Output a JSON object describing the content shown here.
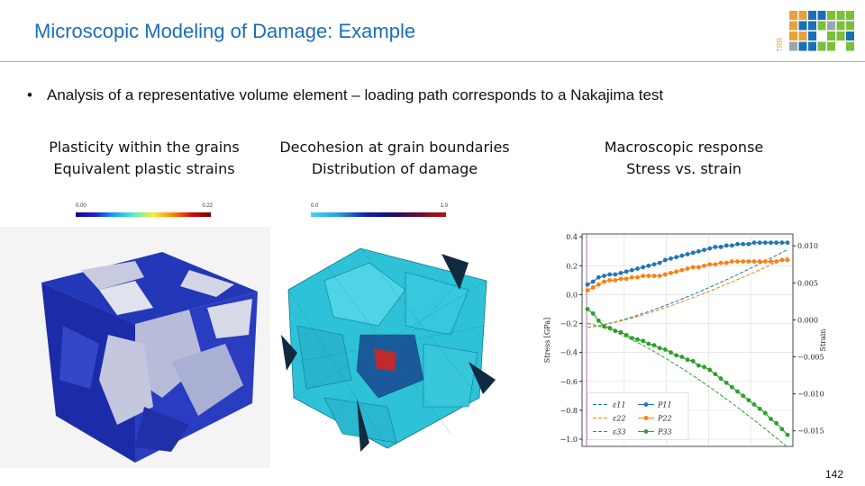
{
  "slide": {
    "title": "Microscopic Modeling of Damage: Example",
    "bullet": "Analysis of a representative volume element – loading path corresponds to a Nakajima test",
    "page_number": "142",
    "logo_text": "TRR"
  },
  "columns": [
    {
      "line1": "Plasticity within the grains",
      "line2": "Equivalent plastic strains",
      "cbar_min": "0.00",
      "cbar_max": "0.22"
    },
    {
      "line1": "Decohesion at grain boundaries",
      "line2": "Distribution of damage",
      "cbar_min": "0.0",
      "cbar_max": "1.0"
    },
    {
      "line1": "Macroscopic response",
      "line2": "Stress vs. strain"
    }
  ],
  "colors": {
    "title": "#1b6fb5",
    "c11": "#1f77b4",
    "c22": "#ff7f0e",
    "c33": "#2ca02c"
  },
  "chart_data": {
    "type": "line",
    "ylabel": "Stress [GPa]",
    "y2label": "Strain",
    "ylim": [
      -1.05,
      0.42
    ],
    "y2lim": [
      -0.0171,
      0.0116
    ],
    "yticks": [
      "0.4",
      "0.2",
      "0.0",
      "−0.2",
      "−0.4",
      "−0.6",
      "−0.8",
      "−1.0"
    ],
    "y2ticks": [
      "0.010",
      "0.005",
      "0.000",
      "−0.005",
      "−0.010",
      "−0.015"
    ],
    "grid": true,
    "legend": "lower-left",
    "x": [
      0,
      1,
      2,
      3,
      4,
      5,
      6,
      7,
      8,
      9,
      10,
      11,
      12,
      13,
      14,
      15,
      16,
      17,
      18,
      19,
      20,
      21,
      22,
      23,
      24,
      25,
      26,
      27,
      28,
      29,
      30,
      31,
      32,
      33,
      34,
      35,
      36
    ],
    "series_stress": [
      {
        "name": "P11",
        "label": "P11",
        "color": "#1f77b4",
        "values": [
          0.07,
          0.09,
          0.12,
          0.13,
          0.14,
          0.14,
          0.15,
          0.16,
          0.17,
          0.18,
          0.19,
          0.2,
          0.21,
          0.22,
          0.24,
          0.25,
          0.26,
          0.27,
          0.28,
          0.29,
          0.3,
          0.31,
          0.32,
          0.33,
          0.33,
          0.34,
          0.34,
          0.35,
          0.35,
          0.35,
          0.36,
          0.36,
          0.36,
          0.36,
          0.36,
          0.36,
          0.36
        ]
      },
      {
        "name": "P22",
        "label": "P22",
        "color": "#ff7f0e",
        "values": [
          0.03,
          0.05,
          0.07,
          0.09,
          0.1,
          0.1,
          0.11,
          0.11,
          0.12,
          0.12,
          0.13,
          0.13,
          0.13,
          0.13,
          0.14,
          0.15,
          0.16,
          0.17,
          0.18,
          0.19,
          0.19,
          0.2,
          0.21,
          0.21,
          0.22,
          0.22,
          0.23,
          0.23,
          0.23,
          0.23,
          0.23,
          0.23,
          0.23,
          0.23,
          0.23,
          0.24,
          0.24
        ]
      },
      {
        "name": "P33",
        "label": "P33",
        "color": "#2ca02c",
        "values": [
          -0.1,
          -0.13,
          -0.18,
          -0.22,
          -0.23,
          -0.25,
          -0.26,
          -0.28,
          -0.3,
          -0.31,
          -0.32,
          -0.34,
          -0.35,
          -0.37,
          -0.38,
          -0.4,
          -0.42,
          -0.43,
          -0.45,
          -0.46,
          -0.49,
          -0.5,
          -0.52,
          -0.55,
          -0.58,
          -0.61,
          -0.64,
          -0.67,
          -0.7,
          -0.73,
          -0.76,
          -0.79,
          -0.82,
          -0.86,
          -0.89,
          -0.93,
          -0.97
        ]
      }
    ],
    "series_strain": [
      {
        "name": "e11",
        "label": "ε11",
        "color": "#1f77b4",
        "start": -0.001,
        "end": 0.0095
      },
      {
        "name": "e22",
        "label": "ε22",
        "color": "#ff7f0e",
        "start": -0.001,
        "end": 0.0085
      },
      {
        "name": "e33",
        "label": "ε33",
        "color": "#2ca02c",
        "start": -0.0005,
        "end": -0.0172
      }
    ]
  }
}
